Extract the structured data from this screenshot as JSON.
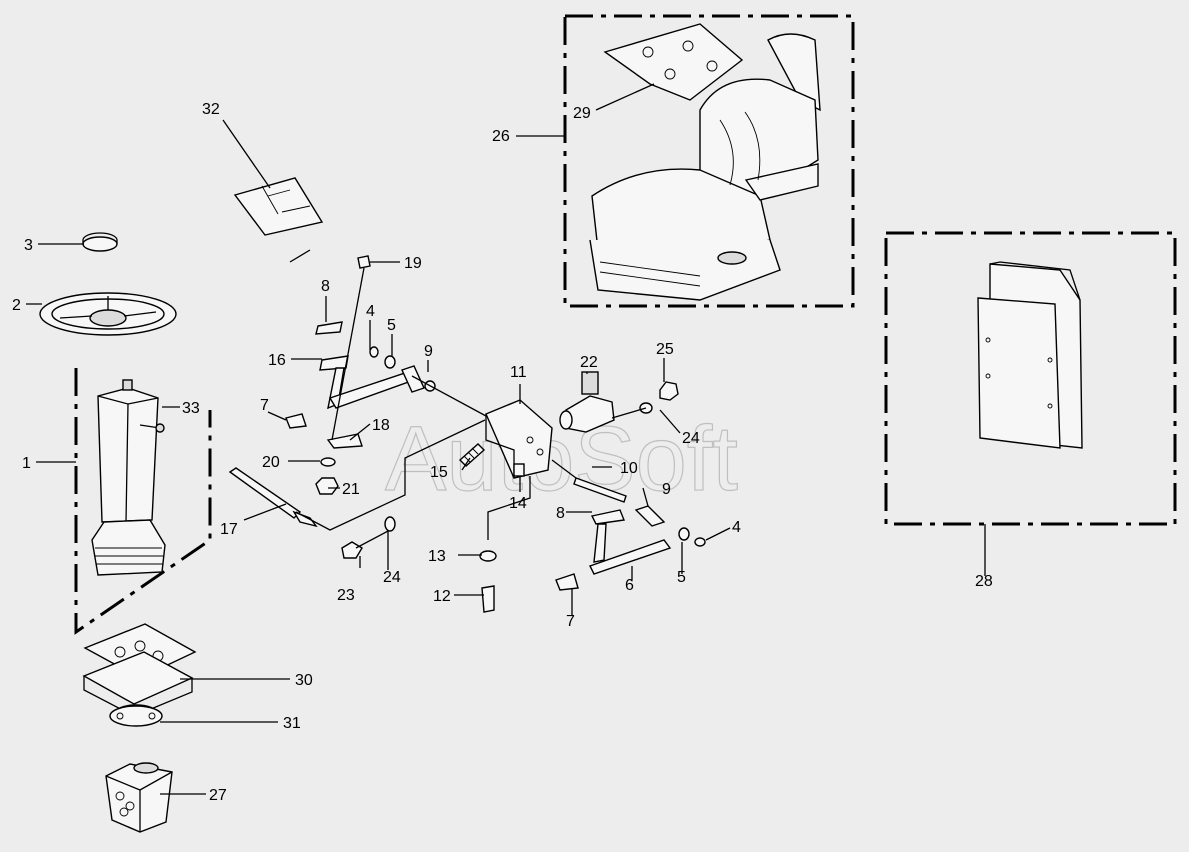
{
  "diagram": {
    "watermark": "AutoSoft",
    "callouts": {
      "c1": "1",
      "c2": "2",
      "c3": "3",
      "c4a": "4",
      "c4b": "4",
      "c5a": "5",
      "c5b": "5",
      "c6": "6",
      "c7a": "7",
      "c7b": "7",
      "c8a": "8",
      "c8b": "8",
      "c9a": "9",
      "c9b": "9",
      "c10": "10",
      "c11": "11",
      "c12": "12",
      "c13": "13",
      "c14": "14",
      "c15": "15",
      "c16": "16",
      "c17": "17",
      "c18": "18",
      "c19": "19",
      "c20": "20",
      "c21": "21",
      "c22": "22",
      "c23": "23",
      "c24a": "24",
      "c24b": "24",
      "c25": "25",
      "c26": "26",
      "c27": "27",
      "c28": "28",
      "c29": "29",
      "c30": "30",
      "c31": "31",
      "c32": "32",
      "c33": "33"
    },
    "icons": [
      "steering-column-icon",
      "steering-wheel-icon",
      "seat-icon",
      "toolbox-icon",
      "pedal-icon",
      "hydraulic-unit-icon"
    ]
  }
}
